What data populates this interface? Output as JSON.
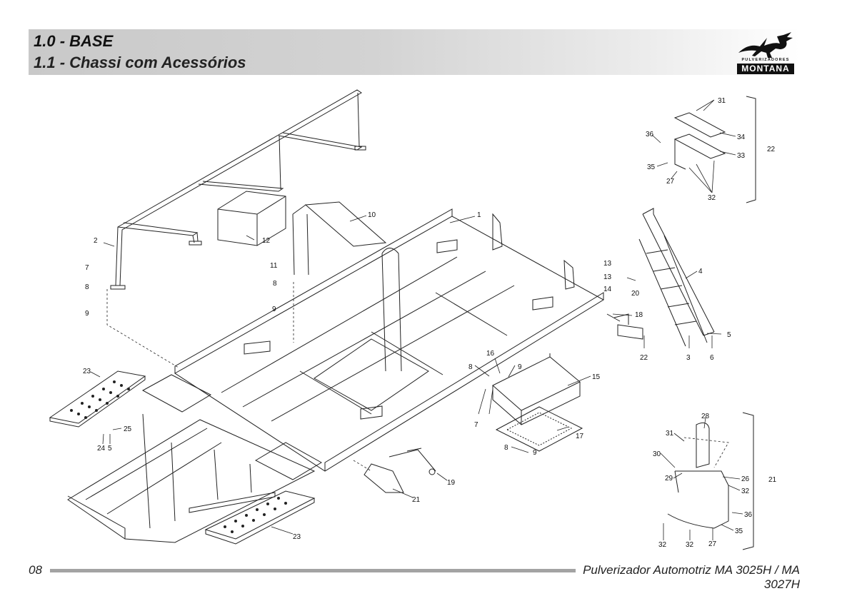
{
  "header": {
    "section_title": "1.0 - BASE",
    "section_subtitle": "1.1 - Chassi com Acessórios"
  },
  "brand": {
    "tagline": "PULVERIZADORES",
    "name": "MONTANA",
    "icon": "pegasus-logo"
  },
  "callouts": {
    "c1": "1",
    "c2": "2",
    "c3": "3",
    "c4": "4",
    "c5": "5",
    "c6": "6",
    "c7a": "7",
    "c7b": "7",
    "c8a": "8",
    "c8b": "8",
    "c8c": "8",
    "c8d": "8",
    "c9a": "9",
    "c9b": "9",
    "c9c": "9",
    "c9d": "9",
    "c10": "10",
    "c11": "11",
    "c12": "12",
    "c13a": "13",
    "c13b": "13",
    "c14": "14",
    "c15": "15",
    "c16": "16",
    "c17": "17",
    "c18": "18",
    "c19": "19",
    "c20": "20",
    "c21a": "21",
    "c21b": "21",
    "c22a": "22",
    "c22b": "22",
    "c23a": "23",
    "c23b": "23",
    "c24": "24",
    "c25": "25",
    "c5b": "5",
    "c26": "26",
    "c27a": "27",
    "c27b": "27",
    "c28": "28",
    "c29": "29",
    "c30": "30",
    "c31a": "31",
    "c31b": "31",
    "c32a": "32",
    "c32b": "32",
    "c32c": "32",
    "c32d": "32",
    "c33": "33",
    "c34": "34",
    "c35a": "35",
    "c35b": "35",
    "c36a": "36",
    "c36b": "36"
  },
  "footer": {
    "page_number": "08",
    "model": "Pulverizador Automotriz MA 3025H / MA 3027H"
  }
}
